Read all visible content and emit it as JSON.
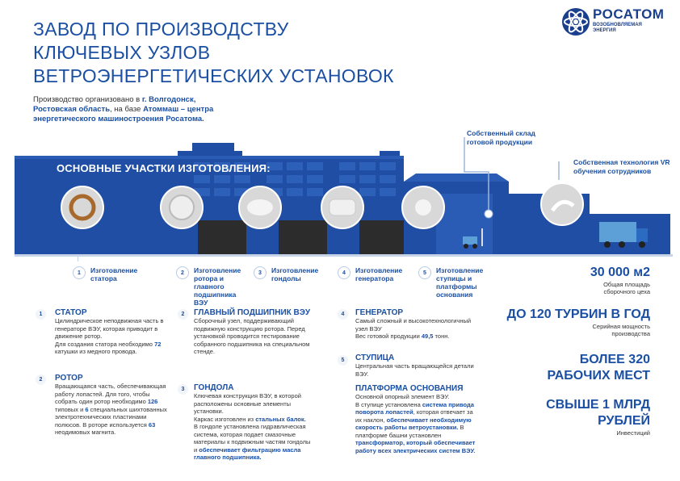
{
  "title": {
    "line1": "ЗАВОД ПО ПРОИЗВОДСТВУ",
    "line2": "КЛЮЧЕВЫХ УЗЛОВ",
    "line3": "ВЕТРОЭНЕРГЕТИЧЕСКИХ УСТАНОВОК"
  },
  "logo": {
    "name": "РОСАТОМ",
    "sub1": "ВОЗОБНОВЛЯЕМАЯ",
    "sub2": "ЭНЕРГИЯ"
  },
  "intro": {
    "p1": "Производство организовано в ",
    "city": "г. Волгодонск, Ростовская область",
    "p2": ", на базе ",
    "base": "Атоммаш – центра энергетического машиностроения Росатома."
  },
  "factory": {
    "section_title": "ОСНОВНЫЕ УЧАСТКИ ИЗГОТОВЛЕНИЯ:",
    "warehouse": "Собственный склад готовой продукции",
    "vr": "Собственная технология VR обучения сотрудников"
  },
  "steps": [
    {
      "num": "1",
      "label": "Изготовление статора"
    },
    {
      "num": "2",
      "label": "Изготовление ротора и главного подшипника ВЭУ"
    },
    {
      "num": "3",
      "label": "Изготовление гондолы"
    },
    {
      "num": "4",
      "label": "Изготовление генератора"
    },
    {
      "num": "5",
      "label": "Изготовление ступицы и платформы основания"
    }
  ],
  "stats": [
    {
      "value": "30 000 м2",
      "caption": "Общая площадь сборочного цеха"
    },
    {
      "value": "ДО 120 ТУРБИН В ГОД",
      "caption": "Серийная мощность производства"
    },
    {
      "value": "БОЛЕЕ 320 РАБОЧИХ МЕСТ",
      "caption": ""
    },
    {
      "value": "СВЫШЕ 1 МЛРД РУБЛЕЙ",
      "caption": "Инвестиций"
    }
  ],
  "blocks": {
    "stator": {
      "num": "1",
      "title": "СТАТОР",
      "t1": "Цилиндрическое неподвижная часть в генераторе ВЭУ, которая приводит в движение ротор.",
      "t2": "Для создания статора необходимо ",
      "t2b": "72",
      "t2c": " катушки из медного провода."
    },
    "rotor": {
      "num": "2",
      "title": "РОТОР",
      "t1": "Вращающаяся часть, обеспечивающая работу лопастей. Для того, чтобы собрать один ротор необходимо ",
      "t1b": "126",
      "t1c": " типовых и ",
      "t1d": "6",
      "t1e": " специальных шихтованных электротехнических пластинами полюсов. В роторе используется ",
      "t1f": "63",
      "t1g": " неодимовых магнита."
    },
    "bearing": {
      "num": "2",
      "title": "ГЛАВНЫЙ ПОДШИПНИК ВЭУ",
      "t1": "Сборочный узел, поддерживающий подвижную конструкцию ротора. Перед установкой проводится тестирование собранного подшипника на специальном стенде."
    },
    "gondola": {
      "num": "3",
      "title": "ГОНДОЛА",
      "t1": "Ключевая конструкция ВЭУ, в которой расположены основные элементы установки.",
      "t2": "Каркас изготовлен из ",
      "t2b": "стальных балок.",
      "t3": "В гондоле установлена гидравлическая система, которая подает смазочные материалы к подвижным частям гондолы и ",
      "t3b": "обеспечивает фильтрацию масла главного подшипника."
    },
    "generator": {
      "num": "4",
      "title": "ГЕНЕРАТОР",
      "t1": "Самый сложный и высокотехнологичный узел ВЭУ",
      "t2": "Вес готовой продукции ",
      "t2b": "49,5",
      "t2c": " тонн."
    },
    "hub": {
      "num": "5",
      "title": "СТУПИЦА",
      "t1": "Центральная часть вращающейся детали ВЭУ."
    },
    "platform": {
      "title": "ПЛАТФОРМА ОСНОВАНИЯ",
      "t1": "Основной опорный элемент ВЭУ.",
      "t2": "В ступице установлена ",
      "t2b": "система привода поворота лопастей",
      "t2c": ", которая отвечает за их наклон, ",
      "t2d": "обеспечивает необходимую скорость работы ветроустановки.",
      "t3": " В платформе башни установлен ",
      "t3b": "трансформатор, который обеспечивает работу всех электрических систем ВЭУ."
    }
  },
  "colors": {
    "brand": "#1a4fa3",
    "factory": "#1f4ea4",
    "dark": "#2e2e2e"
  }
}
